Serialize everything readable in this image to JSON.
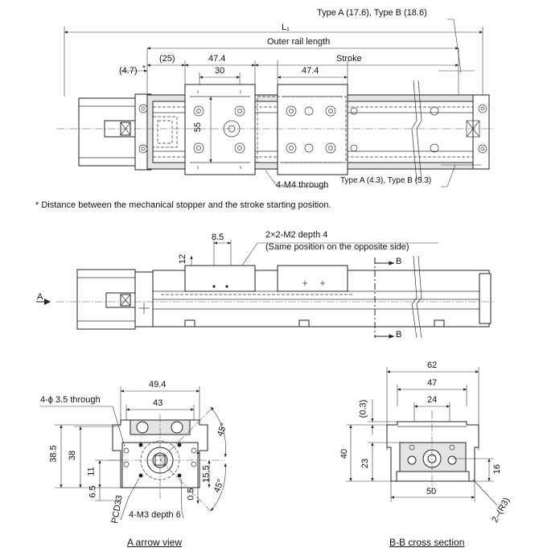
{
  "top_view": {
    "type_a_b_right": "Type A (17.6), Type B (18.6)",
    "l1": "L₁",
    "outer_rail_length": "Outer rail length",
    "dim_4_7": "(4.7)",
    "asterisk": "*",
    "dim_25": "(25)",
    "dim_47_4_a": "47.4",
    "dim_30": "30",
    "stroke": "Stroke",
    "dim_47_4_b": "47.4",
    "dim_55": "55",
    "m4_through": "4-M4 through",
    "type_a_b_stopper": "Type A (4.3), Type B (5.3)"
  },
  "footnote": "* Distance between the mechanical stopper and the stroke starting position.",
  "side_view": {
    "dim_8_5": "8.5",
    "m2_depth": "2×2-M2 depth 4",
    "m2_note": "(Same position on the opposite side)",
    "dim_12": "12",
    "arrow_a": "A",
    "section_b_top": "B",
    "section_b_bottom": "B"
  },
  "a_arrow_view": {
    "dim_49_4": "49.4",
    "dim_43": "43",
    "holes": "4-ϕ 3.5 through",
    "dim_38_5": "38.5",
    "dim_38": "38",
    "dim_11": "11",
    "dim_6_5": "6.5",
    "pcd": "PCD33",
    "m3_depth": "4-M3 depth 6",
    "dim_0_5": "0.5",
    "dim_15_5": "15.5",
    "angle_top": "45°",
    "angle_bottom": "45°",
    "caption": "A arrow view"
  },
  "bb_section": {
    "dim_62": "62",
    "dim_47": "47",
    "dim_24": "24",
    "dim_0_3": "(0.3)",
    "dim_40": "40",
    "dim_23": "23",
    "dim_16": "16",
    "dim_50": "50",
    "radius": "2–(R3)",
    "caption": "B-B cross section"
  }
}
